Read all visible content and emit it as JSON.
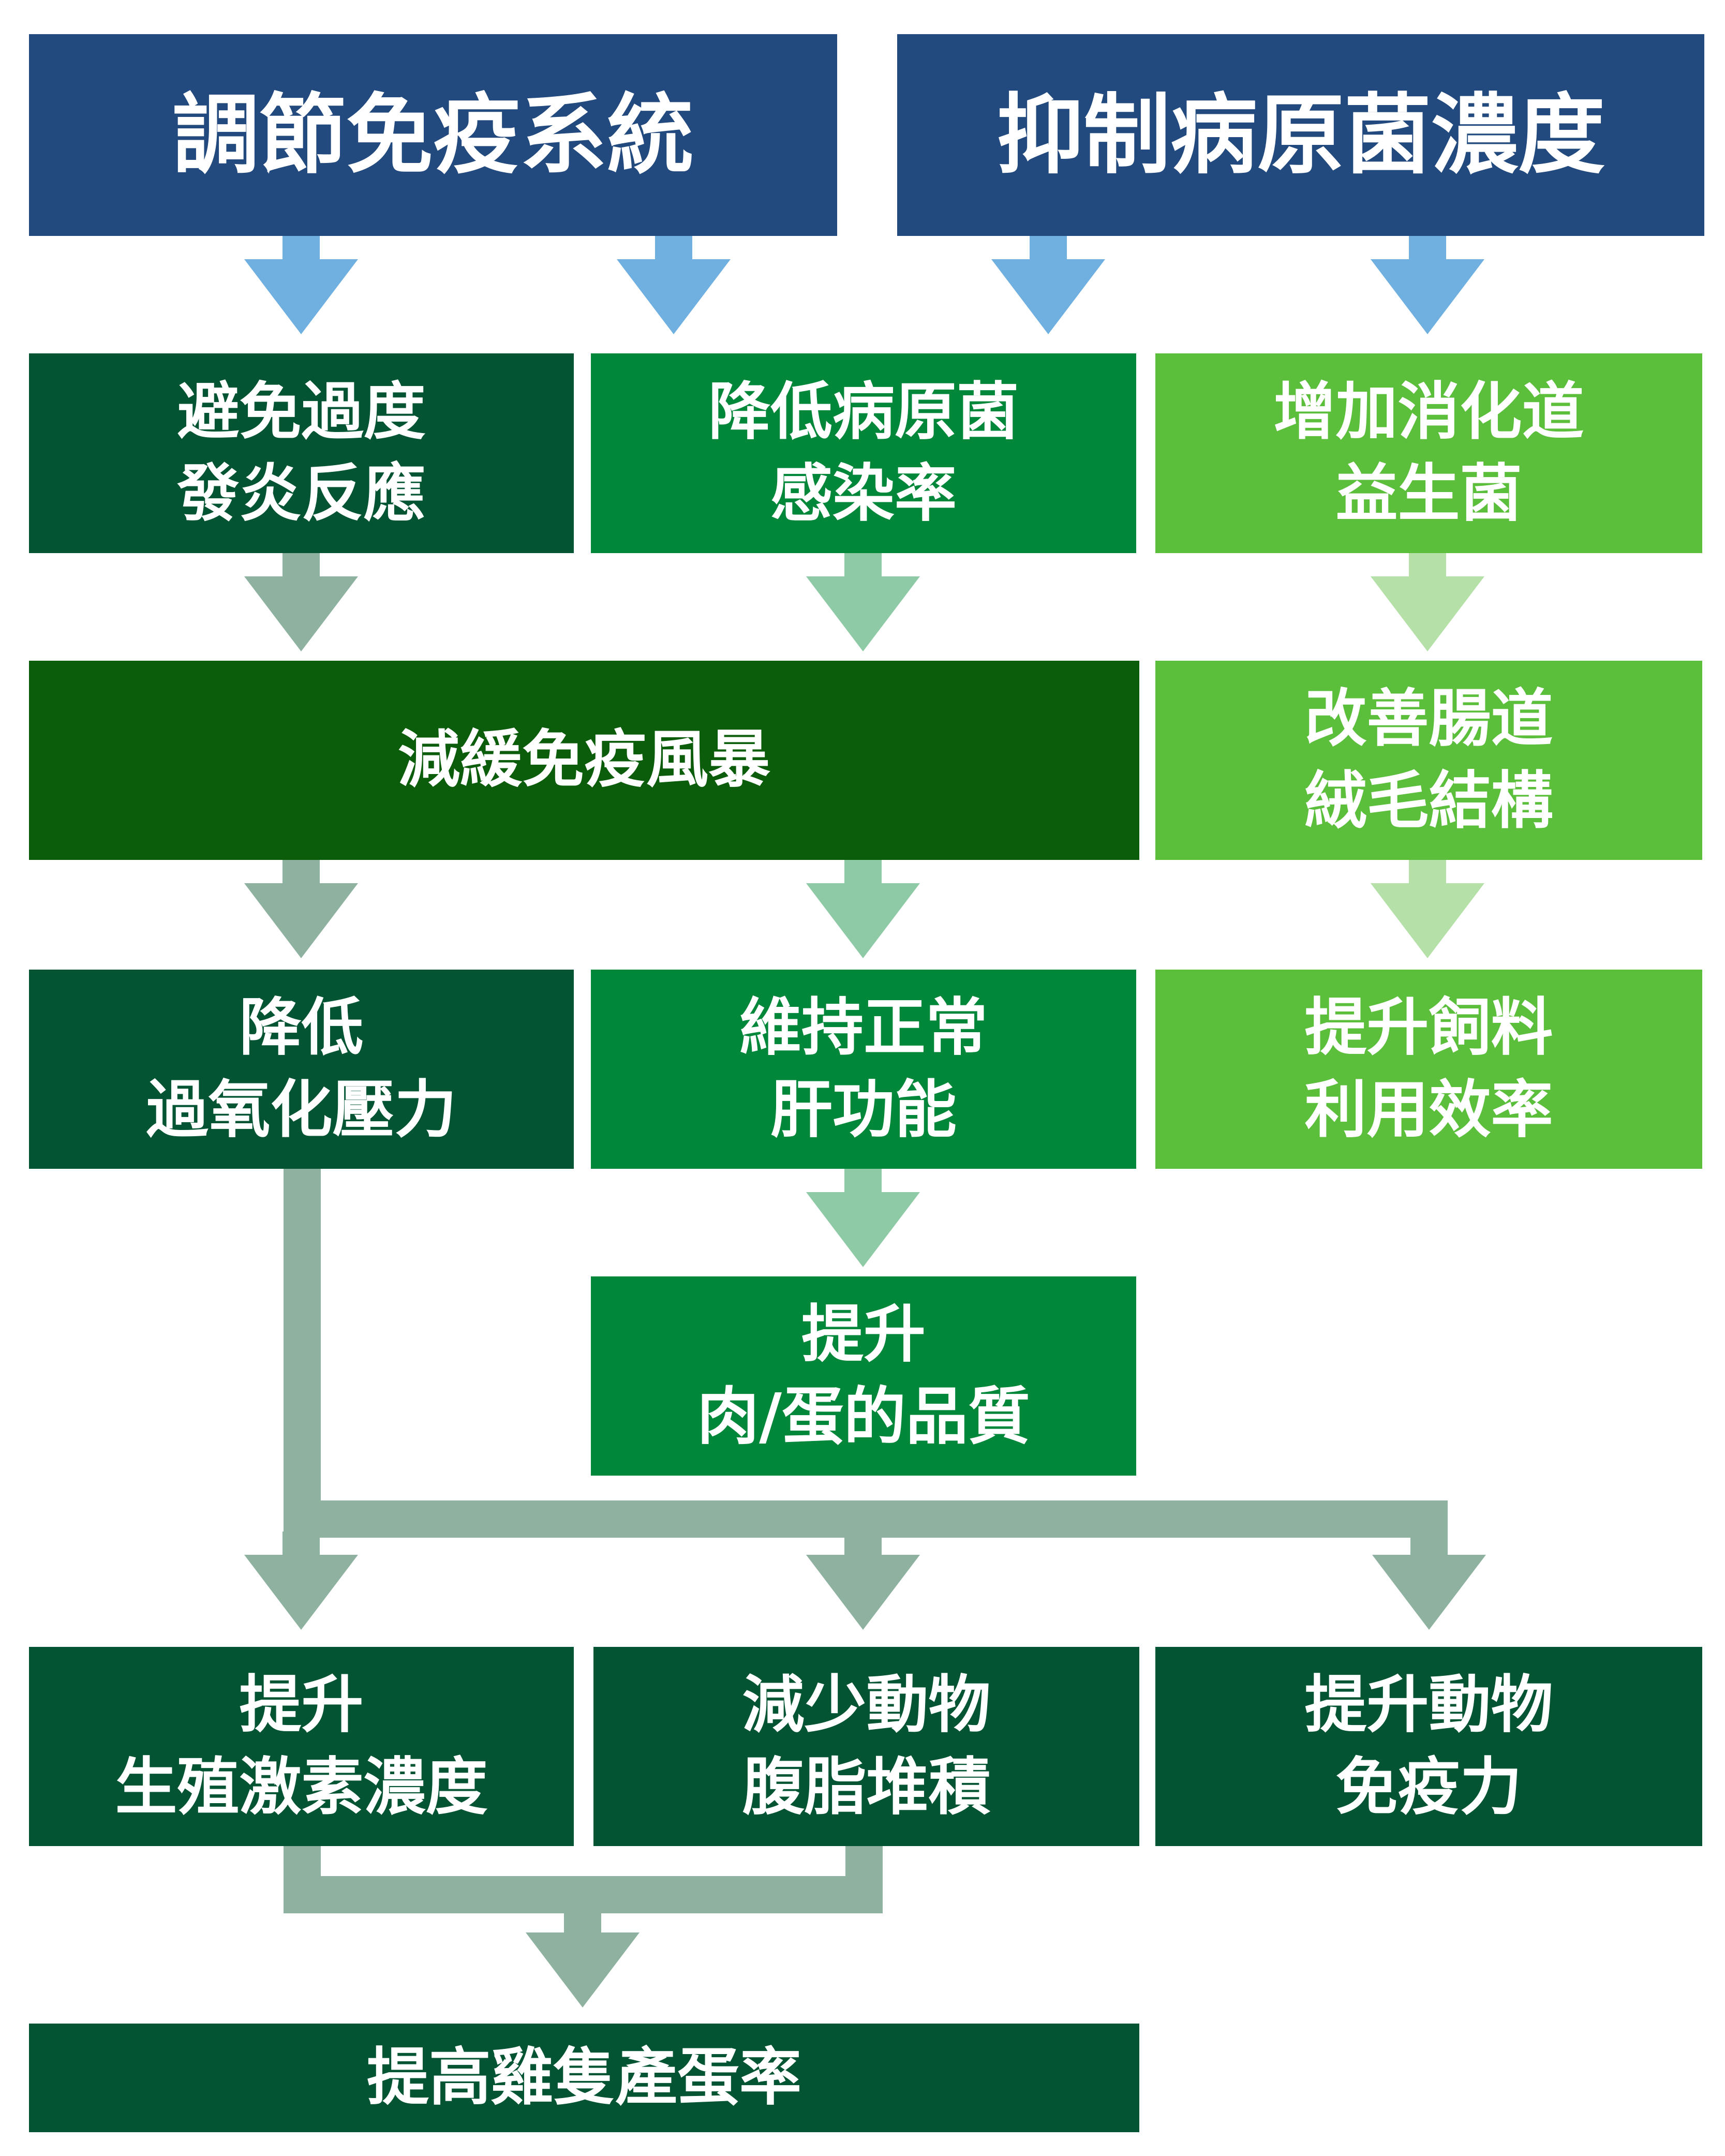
{
  "colors": {
    "navy": "#234a7e",
    "dark_green": "#025432",
    "medium_green": "#00873a",
    "light_green": "#5bbf3c",
    "forest_green": "#0b5c0b",
    "arrow_blue": "#6fb0e0",
    "arrow_gray_green": "#8fb2a0",
    "arrow_mint": "#8ecaa5",
    "arrow_pale_green": "#b5e0a8"
  },
  "top": {
    "regulate_immune": "調節免疫系統",
    "inhibit_pathogen": "抑制病原菌濃度"
  },
  "level1": {
    "avoid_inflammation": [
      "避免過度",
      "發炎反應"
    ],
    "reduce_infection": [
      "降低病原菌",
      "感染率"
    ],
    "increase_probiotics": [
      "增加消化道",
      "益生菌"
    ]
  },
  "level2": {
    "ease_cytokine_storm": [
      "減緩免疫風暴"
    ],
    "improve_villi": [
      "改善腸道",
      "絨毛結構"
    ]
  },
  "level3": {
    "reduce_oxidative_stress": [
      "降低",
      "過氧化壓力"
    ],
    "maintain_liver": [
      "維持正常",
      "肝功能"
    ],
    "feed_efficiency": [
      "提升飼料",
      "利用效率"
    ]
  },
  "level4": {
    "meat_egg_quality": [
      "提升",
      "肉/蛋的品質"
    ]
  },
  "level5": {
    "reproductive_hormone": [
      "提升",
      "生殖激素濃度"
    ],
    "abdominal_fat": [
      "減少動物",
      "腹脂堆積"
    ],
    "animal_immunity": [
      "提升動物",
      "免疫力"
    ]
  },
  "final": {
    "egg_production": [
      "提高雞隻產蛋率"
    ]
  }
}
